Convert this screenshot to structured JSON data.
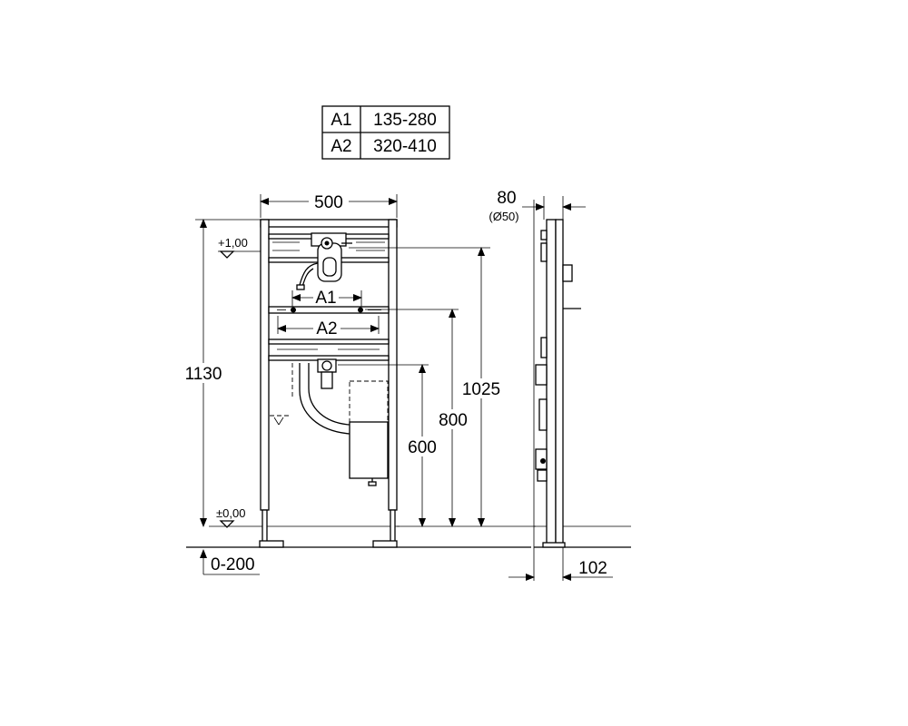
{
  "table": {
    "rows": [
      {
        "key": "A1",
        "value": "135-280"
      },
      {
        "key": "A2",
        "value": "320-410"
      }
    ]
  },
  "front_view": {
    "width_label": "500",
    "height_label": "1130",
    "upper_level_label": "+1,00",
    "floor_level_label": "±0,00",
    "a1_label": "A1",
    "a2_label": "A2",
    "dim_600": "600",
    "dim_800": "800",
    "dim_1025": "1025",
    "floor_adjust_label": "0-200"
  },
  "side_view": {
    "depth_label": "80",
    "pipe_label": "(Ø50)",
    "bottom_label": "102"
  }
}
